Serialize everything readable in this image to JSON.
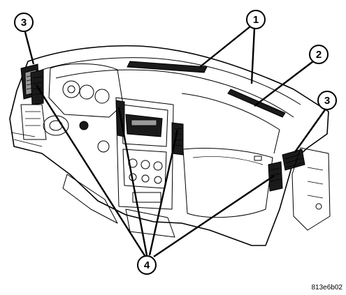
{
  "figure": {
    "code": "813e6b02"
  },
  "callouts": [
    {
      "id": "callout-1",
      "label": "1"
    },
    {
      "id": "callout-2",
      "label": "2"
    },
    {
      "id": "callout-3-left",
      "label": "3"
    },
    {
      "id": "callout-3-right",
      "label": "3"
    },
    {
      "id": "callout-4",
      "label": "4"
    }
  ]
}
